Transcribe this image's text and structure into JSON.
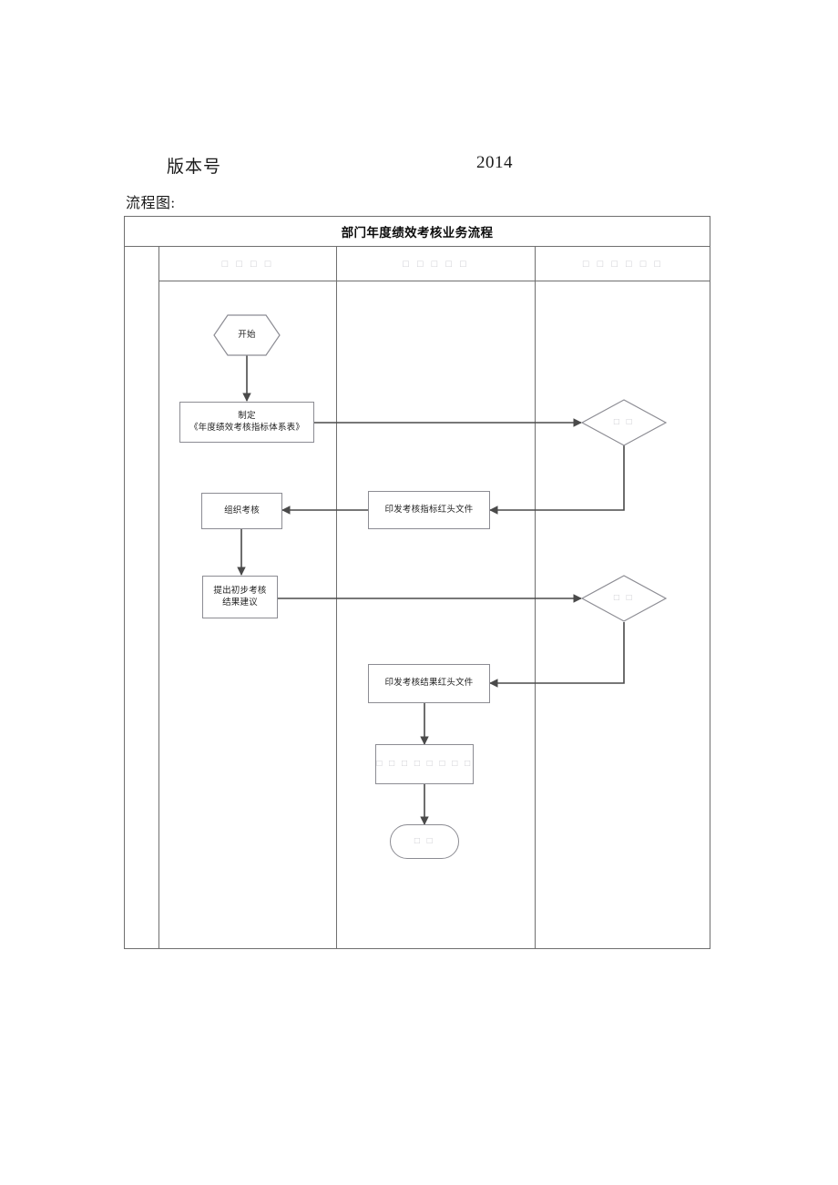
{
  "document": {
    "version_label": "版本号",
    "version_value": "2014",
    "caption": "流程图:"
  },
  "chart": {
    "title": "部门年度绩效考核业务流程",
    "lanes": [
      {
        "name": "lane-1",
        "header": "□ □ □ □"
      },
      {
        "name": "lane-2",
        "header": "□ □ □ □ □"
      },
      {
        "name": "lane-3",
        "header": "□ □ □ □ □ □"
      }
    ],
    "nodes": {
      "start": {
        "label": "开始",
        "shape": "hexagon",
        "lane": 1
      },
      "define_indicators": {
        "label": "制定\n《年度绩效考核指标体系表》",
        "shape": "rectangle",
        "lane": 1
      },
      "approve_indicators": {
        "label": "□ □",
        "shape": "diamond",
        "lane": 3
      },
      "issue_indicator_doc": {
        "label": "印发考核指标红头文件",
        "shape": "rectangle",
        "lane": 2
      },
      "organize_appraisal": {
        "label": "组织考核",
        "shape": "rectangle",
        "lane": 1
      },
      "propose_results": {
        "label": "提出初步考核\n结果建议",
        "shape": "rectangle",
        "lane": 1
      },
      "approve_results": {
        "label": "□ □",
        "shape": "diamond",
        "lane": 3
      },
      "issue_result_doc": {
        "label": "印发考核结果红头文件",
        "shape": "rectangle",
        "lane": 2
      },
      "archive_step": {
        "label": "□ □ □ □ □ □ □ □",
        "shape": "rectangle",
        "lane": 2
      },
      "end": {
        "label": "□ □",
        "shape": "rounded",
        "lane": 2
      }
    }
  },
  "colors": {
    "table_border": "#6f6f6f",
    "node_border": "#8c8c93",
    "connector": "#4a4a4a",
    "tofu_text": "#c9c9cf",
    "body_text": "#1f1f1f"
  }
}
